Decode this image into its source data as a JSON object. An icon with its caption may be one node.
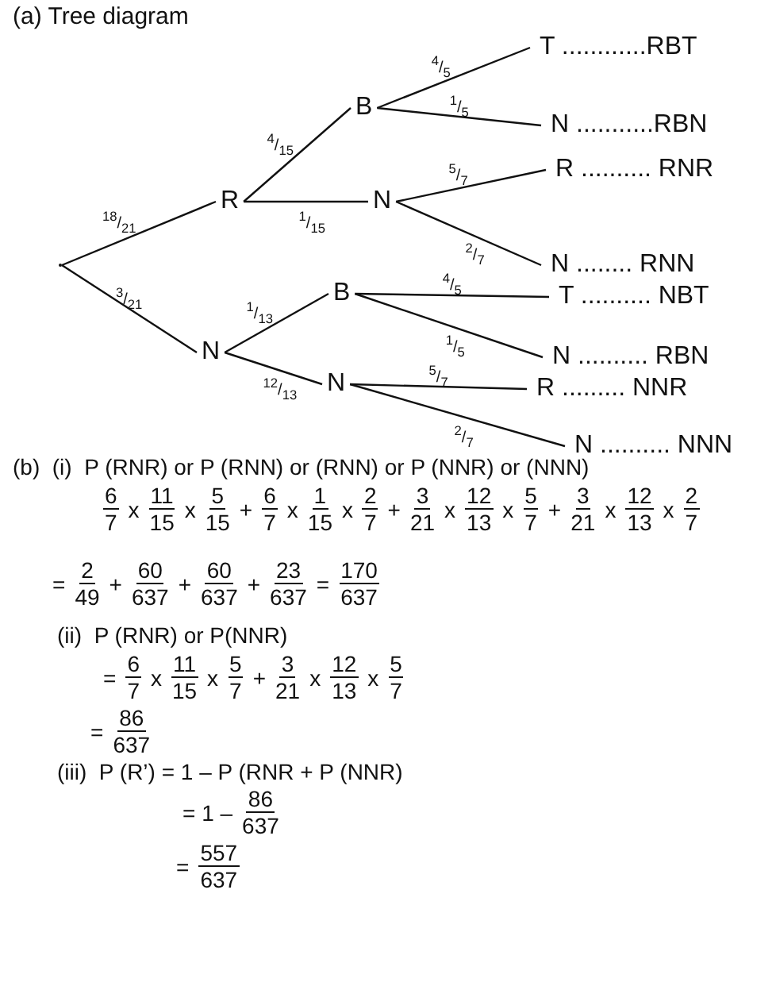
{
  "diagram": {
    "title": "(a)  Tree diagram",
    "nodes": [
      {
        "text": [],
        "shape": "point"
      },
      {
        "text": [
          "R"
        ]
      },
      {
        "text": [
          "N"
        ]
      },
      {
        "text": [
          "B"
        ]
      },
      {
        "text": [
          "N"
        ]
      },
      {
        "text": [
          "B"
        ]
      },
      {
        "text": [
          "N"
        ]
      },
      {
        "text": [
          "T ............RBT"
        ]
      },
      {
        "text": [
          "N ...........RBN"
        ]
      },
      {
        "text": [
          "R .......... RNR"
        ]
      },
      {
        "text": [
          "N ........  RNN"
        ]
      },
      {
        "text": [
          "T .......... NBT"
        ]
      },
      {
        "text": [
          "N .......... RBN"
        ]
      },
      {
        "text": [
          "R ......... NNR"
        ]
      },
      {
        "text": [
          "N .......... NNN"
        ]
      }
    ],
    "edges": [
      {
        "from": 0,
        "to": 1,
        "arrow": "none",
        "label": "$^{18}$/$_{21}$"
      },
      {
        "from": 0,
        "to": 2,
        "arrow": "none",
        "label": "$^{3}$/$_{21}$"
      },
      {
        "from": 1,
        "to": 3,
        "arrow": "none",
        "label": "$^{4}$/$_{15}$"
      },
      {
        "from": 1,
        "to": 4,
        "arrow": "none",
        "label": "$^{1}$/$_{15}$"
      },
      {
        "from": 3,
        "to": 7,
        "arrow": "none",
        "label": "$^{4}$/$_{5}$"
      },
      {
        "from": 3,
        "to": 8,
        "arrow": "none",
        "label": "$^{1}$/$_{5}$"
      },
      {
        "from": 4,
        "to": 9,
        "arrow": "none",
        "label": "$^{5}$/$_{7}$"
      },
      {
        "from": 4,
        "to": 10,
        "arrow": "none",
        "label": "$^{2}$/$_{7}$"
      },
      {
        "from": 2,
        "to": 5,
        "arrow": "none",
        "label": "$^{1}$/$_{13}$"
      },
      {
        "from": 2,
        "to": 6,
        "arrow": "none",
        "label": "$^{12}$/$_{13}$"
      },
      {
        "from": 5,
        "to": 11,
        "arrow": "none",
        "label": "$^{4}$/$_{5}$"
      },
      {
        "from": 5,
        "to": 12,
        "arrow": "none",
        "label": "$^{1}$/$_{5}$"
      },
      {
        "from": 6,
        "to": 13,
        "arrow": "none",
        "label": "$^{5}$/$_{7}$"
      },
      {
        "from": 6,
        "to": 14,
        "arrow": "none",
        "label": "$^{2}$/$_{7}$"
      }
    ],
    "labels": [
      "(b)  (i)  P (RNR) or P (RNN) or (RNN) or P (NNR) or (NNN)",
      "6",
      "7",
      "x",
      "11",
      "15",
      "x",
      "5",
      "15",
      "+",
      "6",
      "7",
      "x",
      "1",
      "15",
      "x",
      "2",
      "7",
      "+",
      "3",
      "21",
      "x",
      "12",
      "13",
      "x",
      "5",
      "7",
      "+",
      "3",
      "21",
      "x",
      "12",
      "13",
      "x",
      "2",
      "7",
      "=",
      "2",
      "49",
      "+",
      "60",
      "637",
      "+",
      "60",
      "637",
      "+",
      "23",
      "637",
      "=",
      "170",
      "637",
      "(ii)  P (RNR) or P(NNR)",
      "=",
      "6",
      "7",
      "x",
      "11",
      "15",
      "x",
      "5",
      "7",
      "+",
      "3",
      "21",
      "x",
      "12",
      "13",
      "x",
      "5",
      "7",
      "=",
      "86",
      "637",
      "(iii)  P (R’) = 1 – P (RNR + P (NNR)",
      "= 1 –",
      "86",
      "637",
      "=",
      "557",
      "637"
    ]
  }
}
